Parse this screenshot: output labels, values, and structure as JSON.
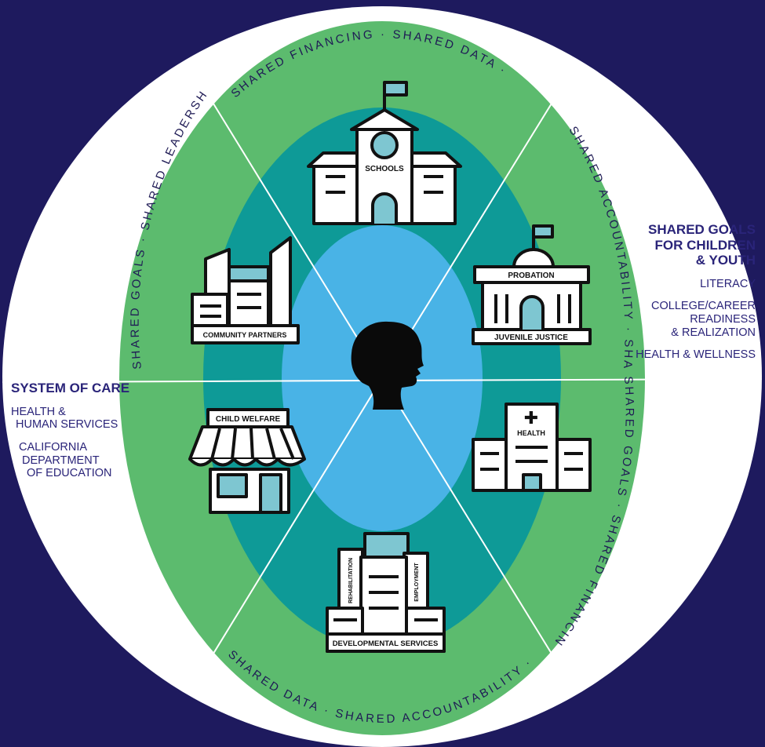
{
  "colors": {
    "background": "#1e1a5e",
    "outer_circle": "#ffffff",
    "green_ring": "#5cbb6e",
    "teal_ring": "#0e9a97",
    "inner_blue": "#49b3e6",
    "accent_fill": "#7ec6d1",
    "text": "#2a2479"
  },
  "left": {
    "heading": "SYSTEM OF CARE",
    "line1a": "HEALTH &",
    "line1b": "HUMAN SERVICES",
    "line2a": "CALIFORNIA",
    "line2b": "DEPARTMENT",
    "line2c": "OF EDUCATION"
  },
  "right": {
    "heading_a": "SHARED GOALS",
    "heading_b": "FOR CHILDREN",
    "heading_c": "& YOUTH",
    "item1": "LITERACY",
    "item2a": "COLLEGE/CAREER",
    "item2b": "READINESS",
    "item2c": "& REALIZATION",
    "item3": "HEALTH & WELLNESS"
  },
  "ring_labels": {
    "top": "SHARED FINANCING · SHARED DATA ·",
    "top_right": "SHARED ACCOUNTABILITY · SHARED LEADERSHIP ·",
    "bottom_right": "SHARED GOALS · SHARED FINANCING",
    "bottom_left": "SHARED DATA · SHARED ACCOUNTABILITY ·",
    "left": "SHARED GOALS · SHARED LEADERSHIP ·"
  },
  "buildings": {
    "schools": "SCHOOLS",
    "probation": "PROBATION",
    "juvenile_justice": "JUVENILE JUSTICE",
    "health": "HEALTH",
    "developmental": "DEVELOPMENTAL SERVICES",
    "rehabilitation": "REHABILITATION",
    "employment": "EMPLOYMENT",
    "child_welfare": "CHILD WELFARE",
    "community": "COMMUNITY PARTNERS"
  },
  "icons": {
    "center": "child-silhouette-icon",
    "schools": "school-building-icon",
    "juvenile": "courthouse-icon",
    "health": "hospital-icon",
    "developmental": "office-building-icon",
    "child_welfare": "storefront-icon",
    "community": "city-buildings-icon"
  }
}
